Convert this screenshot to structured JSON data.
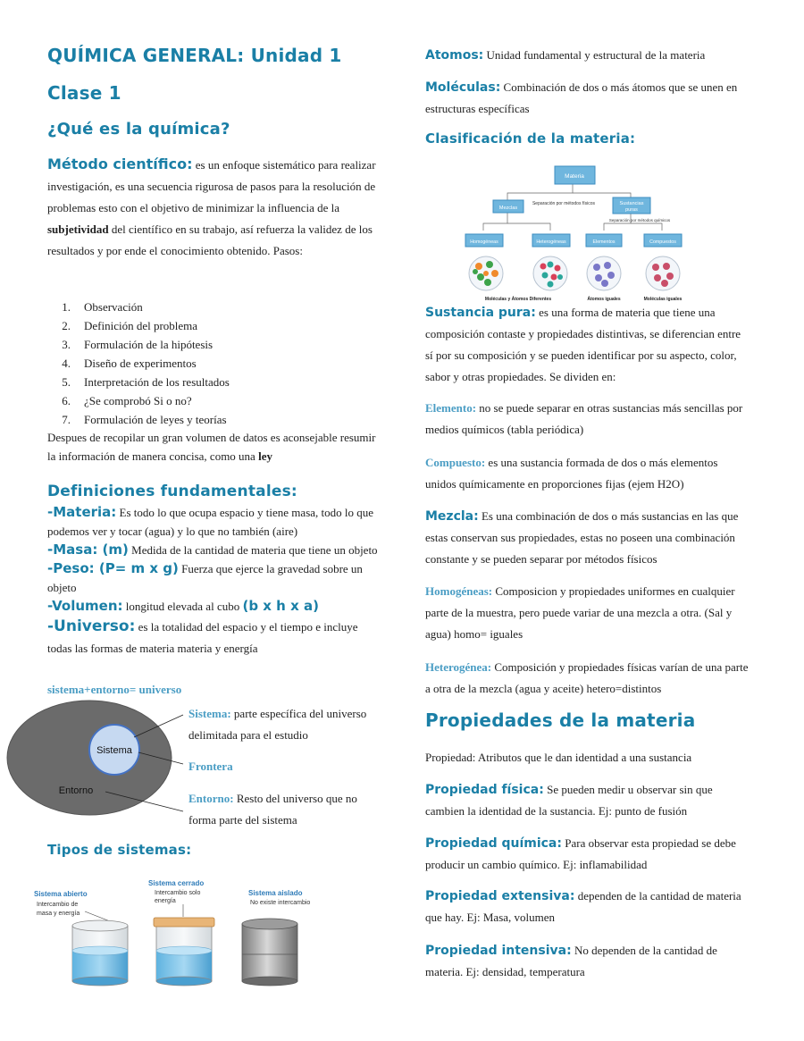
{
  "left": {
    "title": "QUÍMICA GENERAL: Unidad 1",
    "clase": "Clase 1",
    "question": "¿Qué es la química?",
    "metodo": {
      "term": "Método científico:",
      "text1": " es un enfoque sistemático para realizar investigación, es una secuencia rigurosa de pasos para la resolución de problemas esto con el objetivo de minimizar la influencia de la ",
      "bold": "subjetividad",
      "text2": " del científico en su trabajo, así refuerza la validez de los resultados y por ende el conocimiento obtenido. Pasos:"
    },
    "steps": [
      {
        "n": "1.",
        "label": "Observación"
      },
      {
        "n": "2.",
        "label": "Definición del problema"
      },
      {
        "n": "3.",
        "label": "Formulación de la hipótesis"
      },
      {
        "n": "4.",
        "label": "Diseño de experimentos"
      },
      {
        "n": "5.",
        "label": "Interpretación de los resultados"
      },
      {
        "n": "6.",
        "label": "¿Se comprobó Si o no?"
      },
      {
        "n": "7.",
        "label": "Formulación de leyes y teorías"
      }
    ],
    "despues": {
      "text": "Despues de recopilar un gran volumen de datos es aconsejable resumir la información de manera concisa, como una ",
      "bold": "ley"
    },
    "defs_title": "Definiciones fundamentales:",
    "defs": {
      "materia_term": "-Materia:",
      "materia_text": " Es todo lo que ocupa espacio y tiene masa, todo lo que podemos ver y tocar (agua) y lo que no también (aire)",
      "masa_term": "-Masa: (m)",
      "masa_text": " Medida de la cantidad de materia que tiene un objeto",
      "peso_term": "-Peso: (P= m x g)",
      "peso_text": " Fuerza que ejerce la gravedad sobre un objeto",
      "volumen_term": "-Volumen:",
      "volumen_text": " longitud elevada al cubo ",
      "volumen_formula": "(b x h x a)",
      "universo_term": "-Universo:",
      "universo_text": " es la totalidad del espacio y el tiempo e incluye todas las formas de materia materia y energía"
    },
    "equation": "sistema+entorno= universo",
    "diagram": {
      "sistema": "Sistema",
      "entorno": "Entorno"
    },
    "notes": {
      "sistema_term": "Sistema:",
      "sistema_text": " parte específica del universo delimitada para el estudio",
      "frontera": "Frontera",
      "entorno_term": "Entorno:",
      "entorno_text": " Resto del universo que no forma parte del sistema"
    },
    "tipos_title": "Tipos de sistemas:",
    "tipos": {
      "abierto_title": "Sistema abierto",
      "abierto_desc1": "Intercambio de",
      "abierto_desc2": "masa y energía",
      "cerrado_title": "Sistema cerrado",
      "cerrado_desc1": "Intercambio solo",
      "cerrado_desc2": "energía",
      "aislado_title": "Sistema aislado",
      "aislado_desc1": "No existe intercambio"
    }
  },
  "right": {
    "atomos_term": "Atomos:",
    "atomos_text": " Unidad fundamental y estructural de la materia",
    "moleculas_term": "Moléculas:",
    "moleculas_text": " Combinación de dos o más átomos que se unen en estructuras específicas",
    "clasif_title": "Clasificación de la materia:",
    "clasif": {
      "materia": "Materia",
      "mezclas": "Mezclas",
      "sustancias1": "Sustancias",
      "sustancias2": "puras",
      "sep_fisicos": "Separación por métodos físicos",
      "sep_quimicos": "Separación por métodos químicos",
      "homogenea": "Homogéneas",
      "heterogenea": "Heterogéneas",
      "elementos": "Elementos",
      "compuestos": "Compuestos",
      "cap_mezcla": "Moléculas y Átomos Diferentes",
      "cap_atomos": "Átomos iguales",
      "cap_moleculas": "Moléculas iguales"
    },
    "sustancia_term": "Sustancia pura:",
    "sustancia_text": " es una forma de materia que tiene una composición contaste y propiedades distintivas, se diferencian entre sí por su composición y se pueden identificar por su aspecto, color, sabor y otras propiedades. Se dividen en:",
    "elemento_term": "Elemento:",
    "elemento_text": " no se puede separar en otras sustancias más sencillas por medios químicos (tabla periódica)",
    "compuesto_term": "Compuesto:",
    "compuesto_text": " es una sustancia formada de dos o más elementos unidos químicamente en proporciones fijas (ejem H2O)",
    "mezcla_term": "Mezcla:",
    "mezcla_text": " Es una combinación de dos o más sustancias en las que estas conservan sus propiedades, estas no poseen una combinación constante y se pueden separar por métodos físicos",
    "homog_term": "Homogéneas:",
    "homog_text": " Composicion y propiedades uniformes en cualquier parte de la muestra, pero puede variar de una mezcla a otra. (Sal y agua) homo= iguales",
    "heterog_term": "Heterogénea:",
    "heterog_text": " Composición y propiedades físicas varían de una parte a otra de la mezcla (agua y aceite) hetero=distintos",
    "prop_title": "Propiedades de la materia",
    "prop_def": "Propiedad: Atributos que le dan identidad a una sustancia",
    "fisica_term": "Propiedad física:",
    "fisica_text": " Se pueden medir u observar sin que cambien la identidad de la sustancia. Ej: punto de fusión",
    "quimica_term": "Propiedad química:",
    "quimica_text": " Para observar esta propiedad se debe producir un cambio químico. Ej:  inflamabilidad",
    "extensiva_term": "Propiedad extensiva:",
    "extensiva_text": " dependen de la cantidad de materia que hay. Ej: Masa, volumen",
    "intensiva_term": "Propiedad intensiva:",
    "intensiva_text": " No dependen de la cantidad de materia. Ej: densidad, temperatura"
  }
}
